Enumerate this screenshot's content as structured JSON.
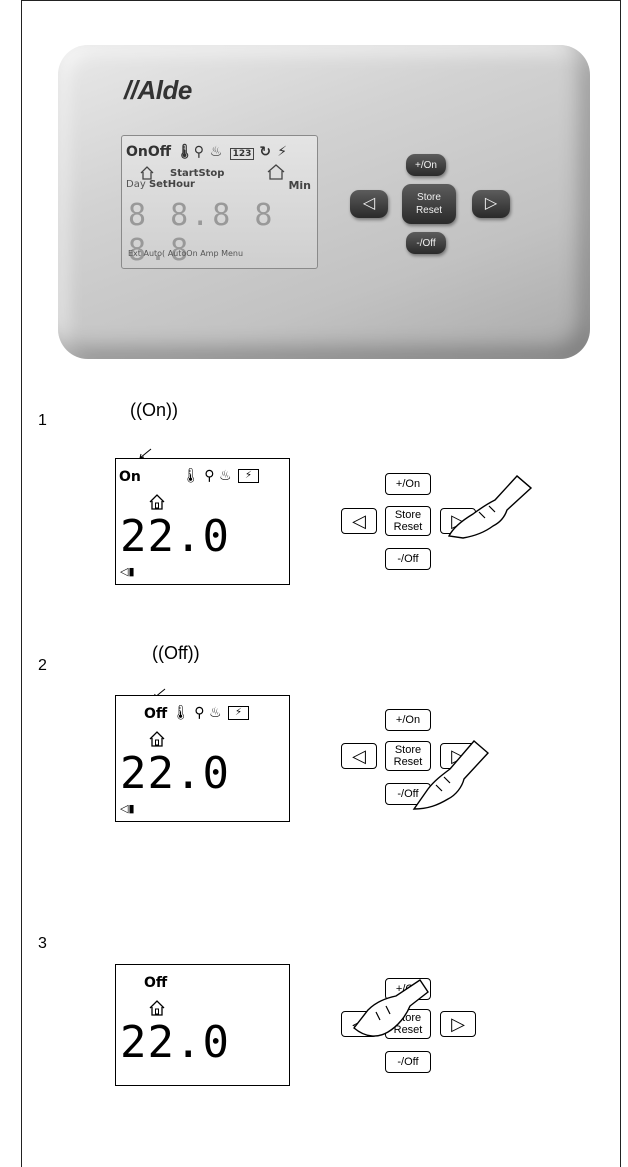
{
  "device": {
    "logo": "//Alde",
    "lcd_row1": "OnOff",
    "lcd_startstop": "StartStop",
    "lcd_day": "Day",
    "lcd_sethour": "SetHour",
    "lcd_min": "Min",
    "lcd_seg": "8 8.8 8 8.8",
    "lcd_row3": "Ext Auto( AutoOn Amp Menu",
    "lcd_box": "123",
    "buttons": {
      "plus_on": "+/On",
      "store": "Store",
      "reset": "Reset",
      "minus_off": "-/Off",
      "left": "◁",
      "right": "▷"
    }
  },
  "steps": [
    {
      "number": "1",
      "signal": "((On))",
      "lcd_label": "On",
      "temp": "22.0"
    },
    {
      "number": "2",
      "signal": "((Off))",
      "lcd_label": "Off",
      "temp": "22.0"
    },
    {
      "number": "3",
      "lcd_label": "Off",
      "temp": "22.0"
    }
  ],
  "keypad": {
    "plus_on": "+/On",
    "store": "Store",
    "reset": "Reset",
    "minus_off": "-/Off",
    "left": "◁",
    "right": "▷"
  }
}
